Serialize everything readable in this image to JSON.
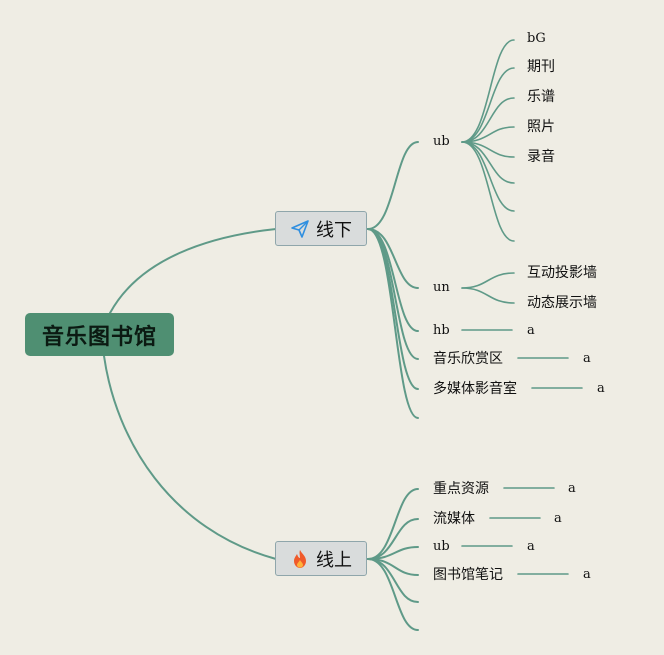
{
  "root": {
    "label": "音乐图书馆"
  },
  "offline": {
    "label": "线下",
    "icon": "paper-plane-icon",
    "ub": {
      "label": "ub",
      "children": [
        "bG",
        "期刊",
        "乐谱",
        "照片",
        "录音",
        "",
        "",
        ""
      ]
    },
    "un": {
      "label": "un",
      "children": [
        "互动投影墙",
        "动态展示墙"
      ]
    },
    "hb": {
      "label": "hb",
      "child": "a"
    },
    "music_appreciation": {
      "label": "音乐欣赏区",
      "child": "a"
    },
    "multimedia": {
      "label": "多媒体影音室",
      "child": "a"
    }
  },
  "online": {
    "label": "线上",
    "icon": "fire-icon",
    "key_resources": {
      "label": "重点资源",
      "child": "a"
    },
    "streaming": {
      "label": "流媒体",
      "child": "a"
    },
    "ub": {
      "label": "ub",
      "child": "a"
    },
    "notes": {
      "label": "图书馆笔记",
      "child": "a"
    }
  },
  "colors": {
    "background": "#efede4",
    "root_fill": "#4f8f72",
    "branch": "#5f9a88",
    "node_fill": "#d9dcdc",
    "node_border": "#8fa6ab"
  }
}
